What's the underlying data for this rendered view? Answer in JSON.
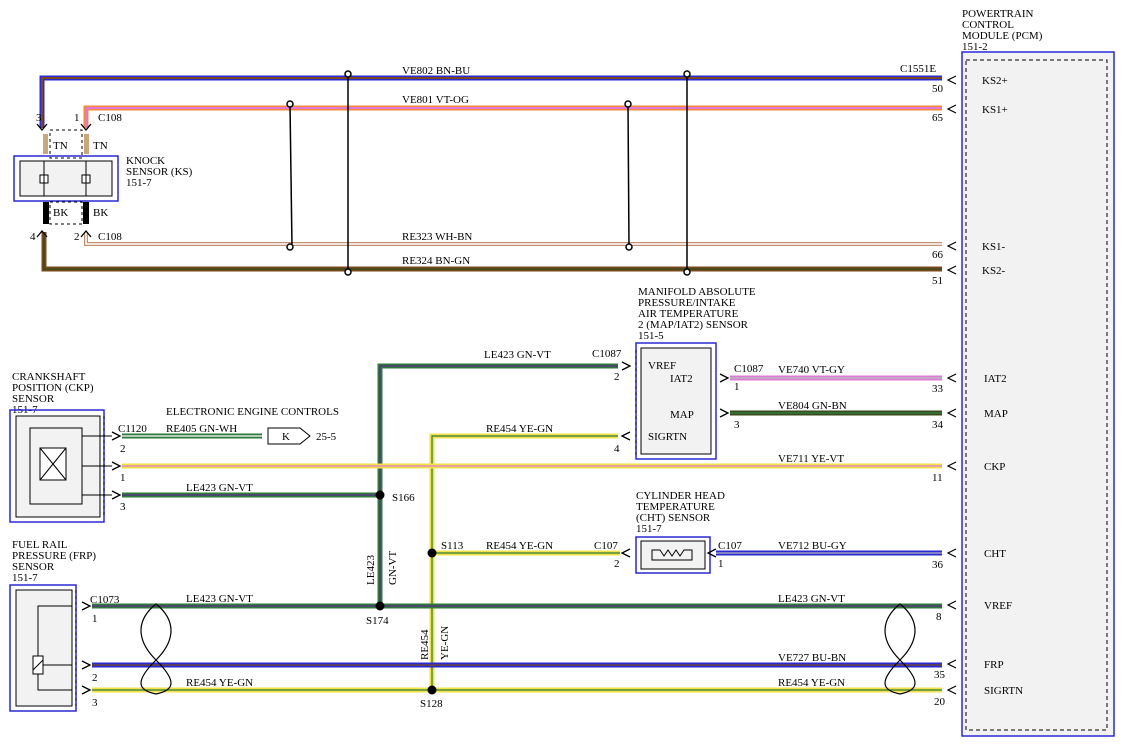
{
  "pcm": {
    "title": [
      "POWERTRAIN",
      "CONTROL",
      "MODULE (PCM)",
      "151-2"
    ],
    "pins": [
      "KS2+",
      "KS1+",
      "KS1-",
      "KS2-",
      "IAT2",
      "MAP",
      "CKP",
      "CHT",
      "VREF",
      "FRP",
      "SIGRTN"
    ],
    "connector": "C1551E"
  },
  "knock_sensor": {
    "title": [
      "KNOCK",
      "SENSOR (KS)",
      "151-7"
    ],
    "pin_labels": [
      "3",
      "1",
      "4",
      "2"
    ],
    "connector_top": "C108",
    "connector_bottom": "C108",
    "lead_top": "TN",
    "lead_bottom": "BK"
  },
  "ckp_sensor": {
    "title": [
      "CRANKSHAFT",
      "POSITION (CKP)",
      "SENSOR",
      "151-7"
    ],
    "connector": "C1120",
    "pins": [
      "2",
      "1",
      "3"
    ]
  },
  "frp_sensor": {
    "title": [
      "FUEL RAIL",
      "PRESSURE (FRP)",
      "SENSOR",
      "151-7"
    ],
    "connector": "C1073",
    "pins": [
      "1",
      "2",
      "3"
    ]
  },
  "map_sensor": {
    "title": [
      "MANIFOLD ABSOLUTE",
      "PRESSURE/INTAKE",
      "AIR TEMPERATURE",
      "2 (MAP/IAT2) SENSOR",
      "151-5"
    ],
    "labels": [
      "VREF",
      "IAT2",
      "MAP",
      "SIGRTN"
    ],
    "connector_left": "C1087",
    "connector_right": "C1087",
    "pins": [
      "2",
      "4",
      "1",
      "3"
    ]
  },
  "cht_sensor": {
    "title": [
      "CYLINDER HEAD",
      "TEMPERATURE",
      "(CHT) SENSOR",
      "151-7"
    ],
    "connector_left": "C107",
    "connector_right": "C107",
    "pins": [
      "2",
      "1"
    ]
  },
  "eec": {
    "label": "ELECTRONIC ENGINE CONTROLS",
    "connector": "K",
    "ref": "25-5"
  },
  "wires": {
    "ve802": "VE802  BN-BU",
    "ve801": "VE801  VT-OG",
    "re323": "RE323  WH-BN",
    "re324": "RE324  BN-GN",
    "le423_map": "LE423  GN-VT",
    "ve740": "VE740  VT-GY",
    "ve804": "VE804  GN-BN",
    "re454_map": "RE454  YE-GN",
    "re405": "RE405  GN-WH",
    "ve711": "VE711  YE-VT",
    "le423_ckp": "LE423  GN-VT",
    "re454_cht": "RE454  YE-GN",
    "ve712": "VE712  BU-GY",
    "le423_frp": "LE423  GN-VT",
    "le423_pcm": "LE423  GN-VT",
    "ve727": "VE727  BU-BN",
    "re454_frp": "RE454  YE-GN",
    "re454_pcm": "RE454  YE-GN",
    "vert_le423": "LE423",
    "vert_le423_color": "GN-VT",
    "vert_re454": "RE454",
    "vert_re454_color": "YE-GN"
  },
  "pcm_pin_numbers": [
    "50",
    "65",
    "66",
    "51",
    "33",
    "34",
    "11",
    "36",
    "8",
    "35",
    "20"
  ],
  "splices": [
    "S166",
    "S113",
    "S174",
    "S128"
  ],
  "colors": {
    "brown": "#7a4a1c",
    "blue": "#2a2ad4",
    "purple": "#5a2a8a",
    "violet_pink": "#e07ad8",
    "orange": "#f28a3a",
    "green": "#2f7a3a",
    "yellow": "#f0e24a",
    "wh_bn": "#c09070",
    "dark_green": "#3a4a1c",
    "gray_box": "#f2f2f2"
  }
}
